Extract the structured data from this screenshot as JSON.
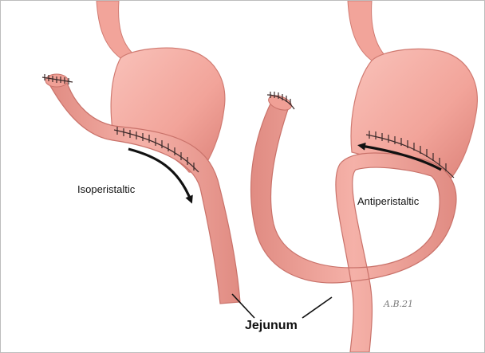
{
  "labels": {
    "isoperistaltic": "Isoperistaltic",
    "antiperistaltic": "Antiperistaltic",
    "jejunum": "Jejunum"
  },
  "signature": "A.B.21",
  "colors": {
    "organ_fill": "#f2a49a",
    "organ_dark": "#d97d74",
    "organ_light": "#f9c9c1",
    "staples": "#3b2a2a",
    "arrow": "#111111",
    "leader": "#111111"
  }
}
